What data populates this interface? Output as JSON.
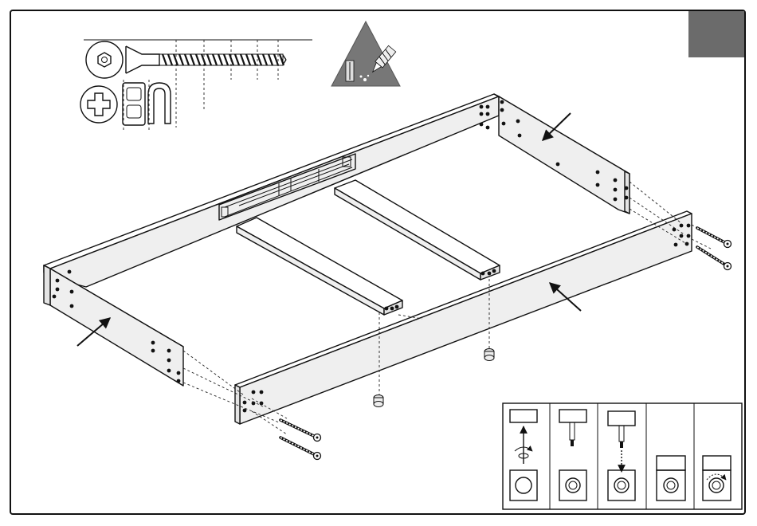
{
  "page": {
    "accent_gray": "#6b6b6b",
    "ink": "#111111",
    "board_fill": "#efefef"
  },
  "hardware": {
    "screw_head_icon": "hex-socket-icon",
    "screw_icon": "confirmat-screw-icon",
    "drive_icon": "phillips-drive-icon",
    "bit_icon": "bit-holder-icon",
    "hint_icon": "drill-warning-triangle-icon"
  },
  "assembly": {
    "parts": [
      "back-rail",
      "left-side-rail",
      "right-side-rail",
      "front-rail",
      "slat",
      "slat",
      "drawer-slide"
    ],
    "fasteners": [
      "confirmat-screw",
      "confirmat-screw",
      "confirmat-screw",
      "confirmat-screw",
      "cam-lock",
      "cam-lock"
    ]
  },
  "steps": [
    {
      "id": 1,
      "icon": "cam-insert-rotate-icon"
    },
    {
      "id": 2,
      "icon": "cam-pin-icon"
    },
    {
      "id": 3,
      "icon": "cam-insert-down-icon"
    },
    {
      "id": 4,
      "icon": "cam-seated-icon"
    },
    {
      "id": 5,
      "icon": "cam-lock-turn-icon"
    }
  ]
}
